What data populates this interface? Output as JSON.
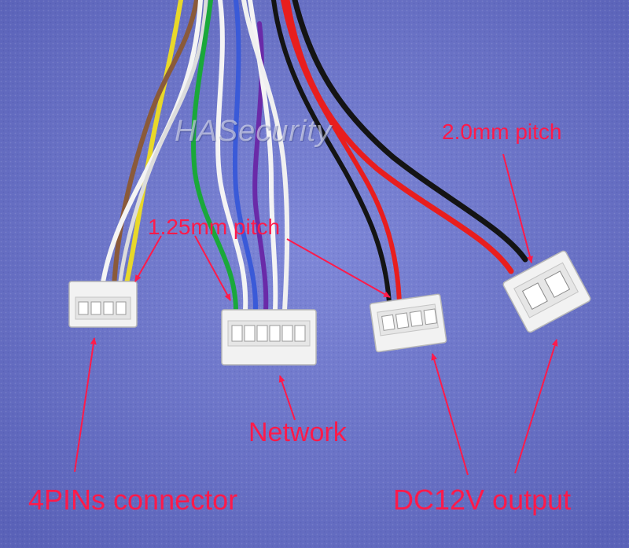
{
  "watermark": "HASecurity",
  "labels": {
    "pitch_small": "1.25mm pitch",
    "pitch_large": "2.0mm pitch",
    "network": "Network",
    "four_pin": "4PINs connector",
    "dc_output": "DC12V output"
  },
  "colors": {
    "background": "#6a74c8",
    "annotation": "#ff1a4a",
    "connector": "#f2f2f2"
  },
  "wire_colors": {
    "yellow": "#e8d82a",
    "brown": "#8a5a3a",
    "white": "#f4f4f4",
    "green": "#1aa83a",
    "blue": "#3a5ad8",
    "purple": "#6a2aa8",
    "red": "#e81e1e",
    "black": "#141414"
  }
}
